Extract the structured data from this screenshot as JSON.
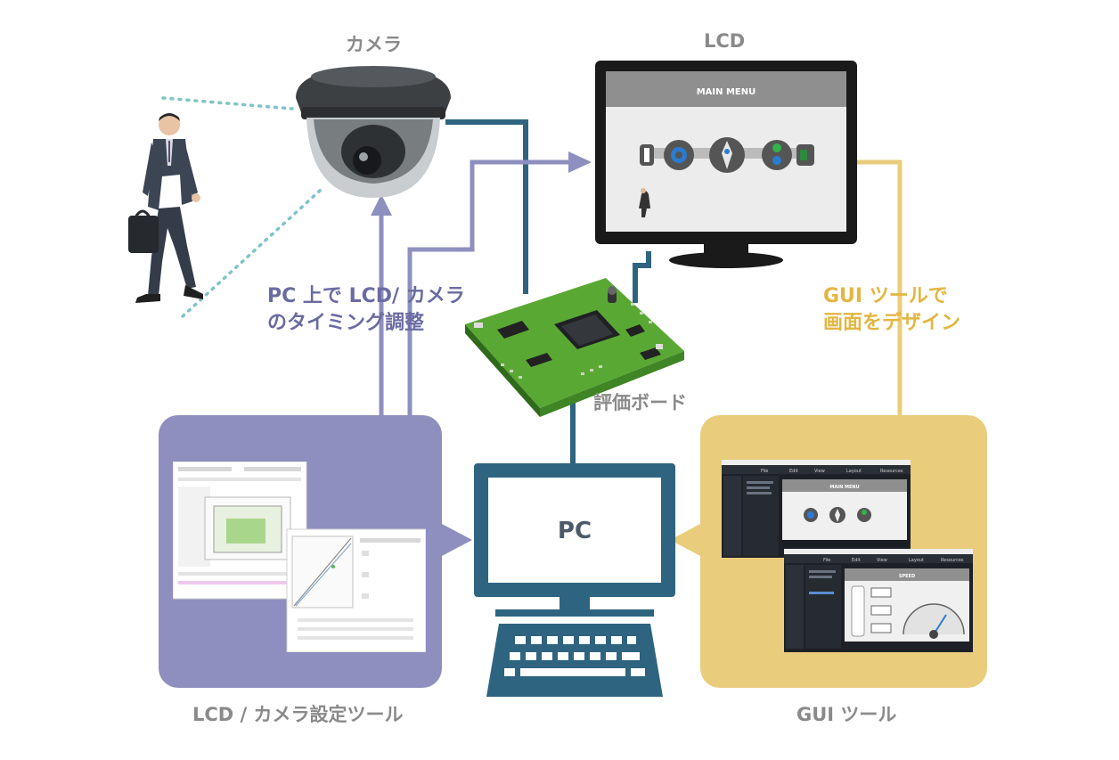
{
  "labels": {
    "camera": "カメラ",
    "lcd": "LCD",
    "pc": "PC",
    "eval_board": "評価ボード",
    "pc_timing_line1": "PC 上で LCD/ カメラ",
    "pc_timing_line2": "のタイミング調整",
    "gui_design_line1": "GUI ツールで",
    "gui_design_line2": "画面をデザイン",
    "lcd_camera_tool": "LCD / カメラ設定ツール",
    "gui_tool": "GUI ツール"
  },
  "lcd_screen": {
    "menu_title": "MAIN MENU"
  },
  "gui_tool_screens": {
    "menu_items": [
      "File",
      "Edit",
      "View",
      "Layout",
      "Resources"
    ],
    "screen1_title": "MAIN MENU",
    "screen2_title": "SPEED"
  },
  "colors": {
    "purple": "#8e8fbf",
    "purple_text": "#6b6ba3",
    "gold": "#e9cc7c",
    "gold_text": "#e3b641",
    "teal": "#2f6480",
    "gray_text": "#8a8a8a"
  }
}
